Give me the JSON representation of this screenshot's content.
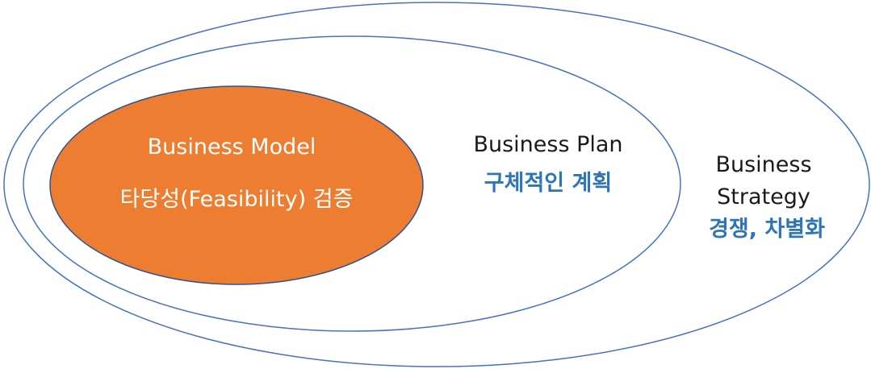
{
  "colors": {
    "outline": "#4472c4",
    "model_fill": "#ed7d31",
    "model_stroke": "#2f528f",
    "accent_text": "#2e75b6",
    "dark_text": "#1a1a1a",
    "white_text": "#ffffff"
  },
  "strategy": {
    "title_line1": "Business",
    "title_line2": "Strategy",
    "subtitle": "경쟁, 차별화"
  },
  "plan": {
    "title": "Business Plan",
    "subtitle": "구체적인 계획"
  },
  "model": {
    "title": "Business Model",
    "subtitle": "타당성(Feasibility) 검증"
  }
}
